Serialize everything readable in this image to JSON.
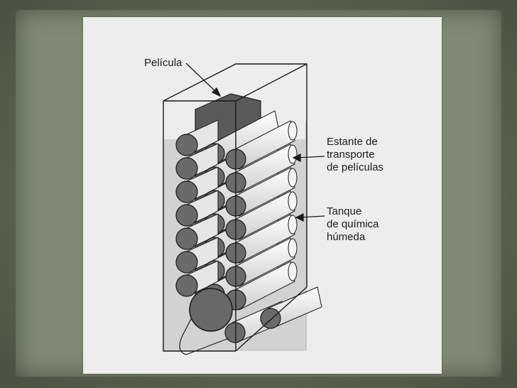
{
  "diagram": {
    "labels": {
      "pelicula": "Película",
      "estante_line1": "Estante de",
      "estante_line2": "transporte",
      "estante_line3": "de películas",
      "tanque_line1": "Tanque",
      "tanque_line2": "de química",
      "tanque_line3": "húmeda"
    }
  }
}
